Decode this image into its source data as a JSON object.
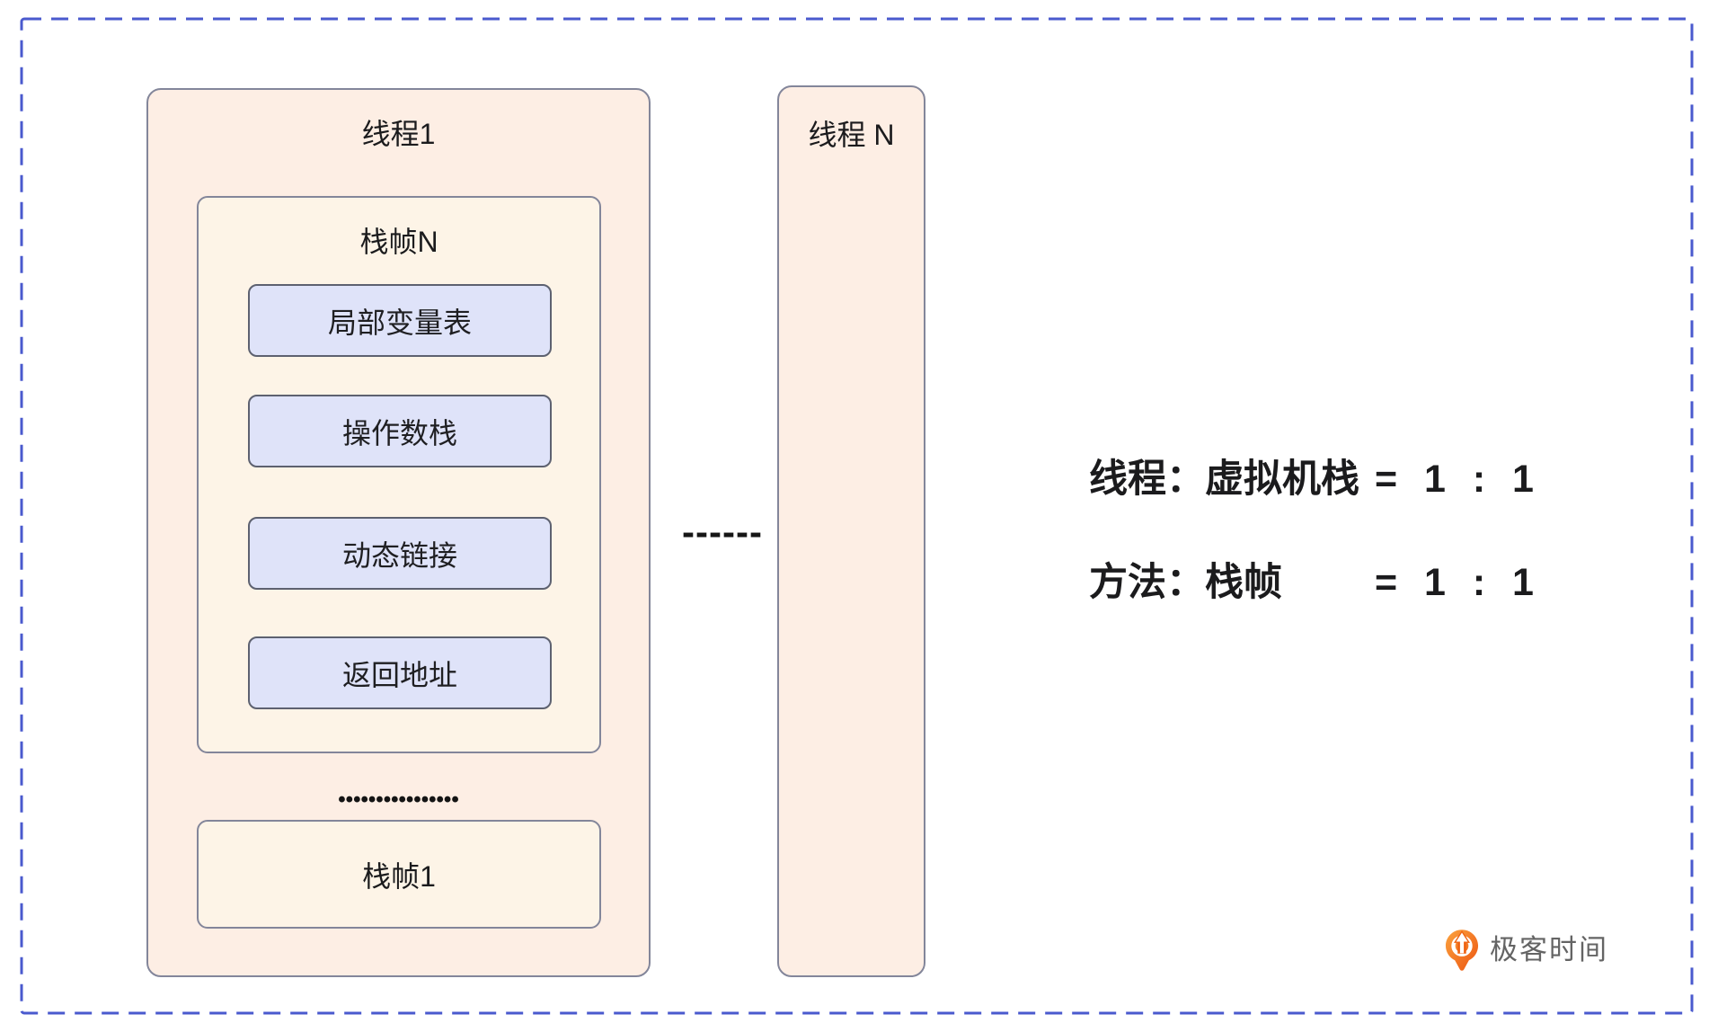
{
  "diagram": {
    "thread1": {
      "label": "线程1",
      "stack_frame_n": {
        "label": "栈帧N",
        "items": [
          "局部变量表",
          "操作数栈",
          "动态链接",
          "返回地址"
        ]
      },
      "ellipsis_dots": "••••••••••••••••",
      "stack_frame_1": {
        "label": "栈帧1"
      }
    },
    "connector_dashes": "------",
    "thread_n": {
      "label": "线程 N"
    },
    "annotations": {
      "line1": {
        "label": "线程：虚拟机栈",
        "value": "=  1  :  1"
      },
      "line2": {
        "label": "方法：栈帧",
        "value": "=  1  :  1"
      }
    },
    "logo": {
      "text": "极客时间",
      "icon": "geektime-pin-icon"
    },
    "colors": {
      "dashed_border": "#4a5ace",
      "box_border": "#83869a",
      "item_border": "#5d6170",
      "thread_fill": "#fdeee4",
      "frame_fill": "#fdf4e7",
      "item_fill": "#dfe3f9",
      "text": "#1b1b1d",
      "logo_orange": "#f1660f",
      "logo_text": "#646464"
    }
  }
}
